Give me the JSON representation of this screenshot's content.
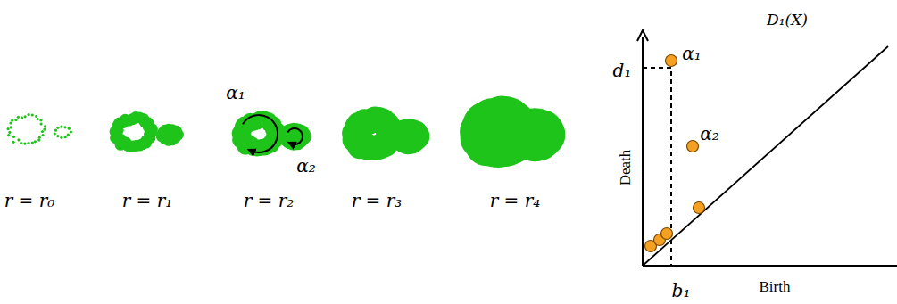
{
  "diagram": {
    "labels": [
      "α₁",
      "α₂",
      "r = r₀",
      "r = r₁",
      "r = r₂",
      "r = r₃",
      "r = r₄",
      "D₁(X)",
      "α₁",
      "d₁",
      "α₂",
      "Death",
      "b₁",
      "Birth"
    ]
  }
}
